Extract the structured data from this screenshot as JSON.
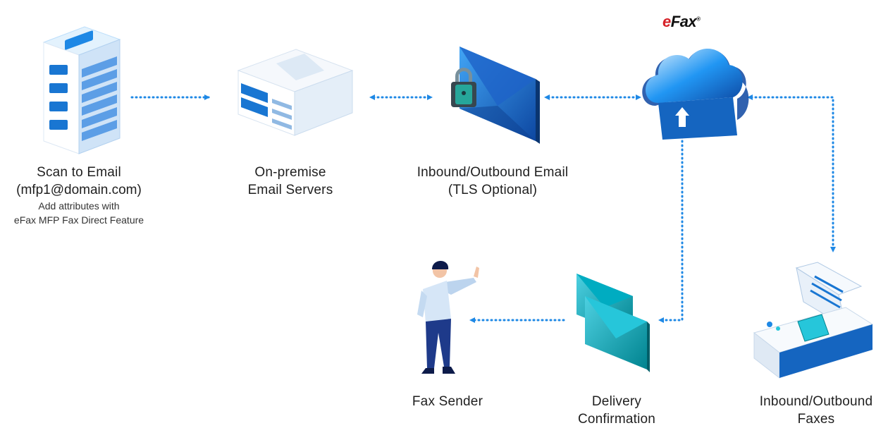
{
  "logo": {
    "brand_prefix": "e",
    "brand_rest": "Fax",
    "mark": "®"
  },
  "nodes": {
    "scan": {
      "title": "Scan to Email",
      "line2": "(mfp1@domain.com)",
      "sub1": "Add attributes with",
      "sub2": "eFax MFP Fax Direct Feature",
      "icon": "server-rack-icon"
    },
    "servers": {
      "line1": "On-premise",
      "line2": "Email Servers",
      "icon": "email-server-icon"
    },
    "email": {
      "line1": "Inbound/Outbound Email",
      "line2": "(TLS Optional)",
      "icon": "secure-email-icon"
    },
    "cloud": {
      "icon": "efax-cloud-icon"
    },
    "faxes": {
      "line1": "Inbound/Outbound",
      "line2": "Faxes",
      "icon": "fax-machine-icon"
    },
    "delivery": {
      "line1": "Delivery",
      "line2": "Confirmation",
      "icon": "confirmation-envelopes-icon"
    },
    "sender": {
      "line1": "Fax Sender",
      "icon": "person-icon"
    }
  },
  "colors": {
    "arrow": "#1e88e5",
    "primary": "#1565c0",
    "light": "#e8f1fb",
    "accent": "#26c6da",
    "brand_red": "#d62027"
  }
}
